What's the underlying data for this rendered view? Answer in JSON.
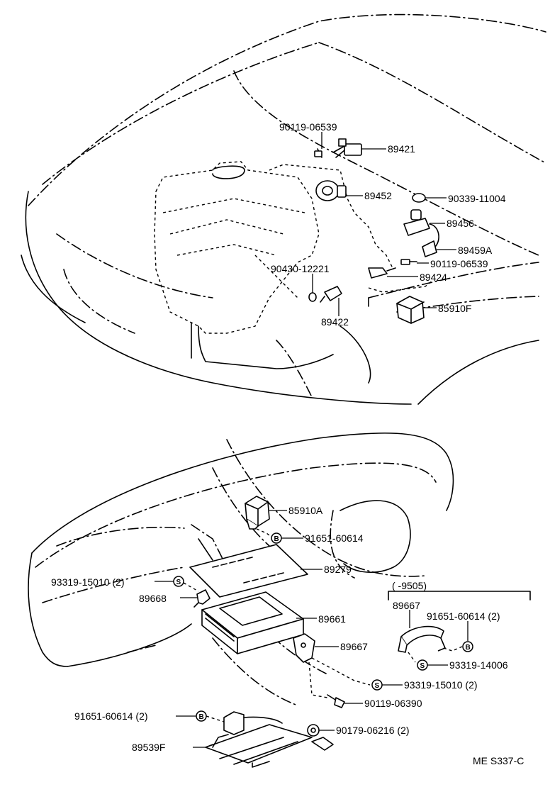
{
  "labels": {
    "p90119_06539_top": "90119-06539",
    "p89421": "89421",
    "p89452": "89452",
    "p90339_11004": "90339-11004",
    "p89456": "89456",
    "p89459A": "89459A",
    "p90119_06539_mid": "90119-06539",
    "p90430_12221": "90430-12221",
    "p89424": "89424",
    "p85910F": "85910F",
    "p89422": "89422",
    "p85910A": "85910A",
    "p91651_60614": "91651-60614",
    "p89279": "89279",
    "p93319_15010_left": "93319-15010 (2)",
    "p89668": "89668",
    "p89661": "89661",
    "range_9505": "(     -9505)",
    "p89667_box": "89667",
    "p91651_60614_2_right": "91651-60614 (2)",
    "p89667": "89667",
    "p93319_14006": "93319-14006",
    "p93319_15010_right": "93319-15010 (2)",
    "p90119_06390": "90119-06390",
    "p91651_60614_2_left": "91651-60614 (2)",
    "p90179_06216": "90179-06216 (2)",
    "p89539F": "89539F",
    "ref_code": "ME  S337-C"
  },
  "symbols": {
    "bolt_B": "B",
    "screw_S": "S"
  }
}
